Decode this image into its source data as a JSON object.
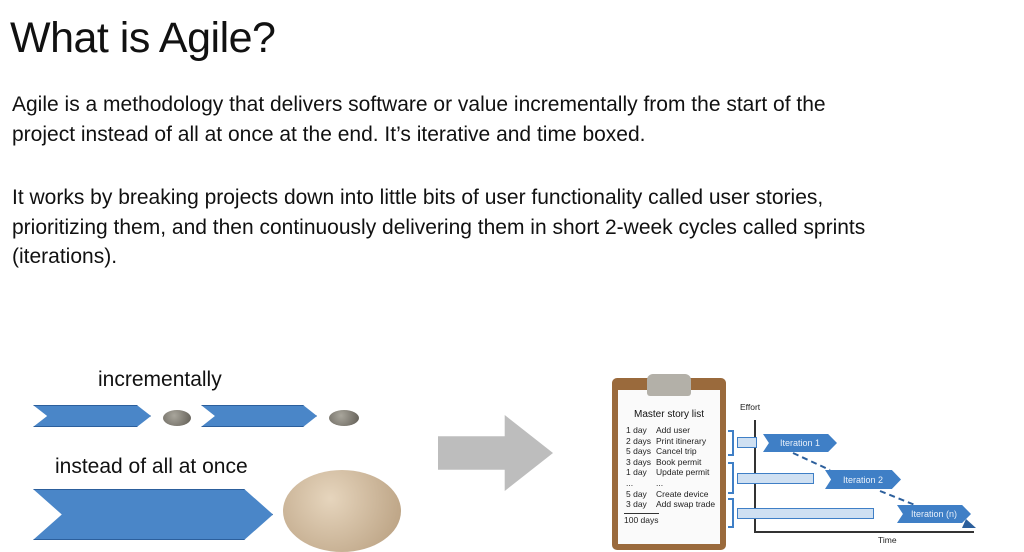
{
  "title": "What is Agile?",
  "paragraphs": [
    "Agile is a methodology that delivers software or value incrementally from the start of the project instead of all at once at the end. It’s iterative and time boxed.",
    "It works by breaking projects down into little bits of user functionality called user stories, prioritizing them, and then continuously delivering them in short 2-week cycles called sprints (iterations)."
  ],
  "left_graphic": {
    "label_top": "incrementally",
    "label_bottom": "instead of all at once"
  },
  "clipboard": {
    "title": "Master story list",
    "items": [
      {
        "duration": "1 day",
        "story": "Add user"
      },
      {
        "duration": "2 days",
        "story": "Print itinerary"
      },
      {
        "duration": "5 days",
        "story": "Cancel trip"
      },
      {
        "duration": "3 days",
        "story": "Book permit"
      },
      {
        "duration": "1 day",
        "story": "Update permit"
      },
      {
        "duration": "...",
        "story": "..."
      },
      {
        "duration": "5 day",
        "story": "Create device"
      },
      {
        "duration": "3 day",
        "story": "Add swap trade"
      }
    ],
    "total": "100 days"
  },
  "chart": {
    "y_label": "Effort",
    "x_label": "Time",
    "iterations": [
      "Iteration 1",
      "Iteration 2",
      "Iteration (n)"
    ]
  },
  "colors": {
    "chevron": "#4a86c8",
    "arrow_gray": "#bdbdbd",
    "clipboard": "#9a6a3c"
  }
}
